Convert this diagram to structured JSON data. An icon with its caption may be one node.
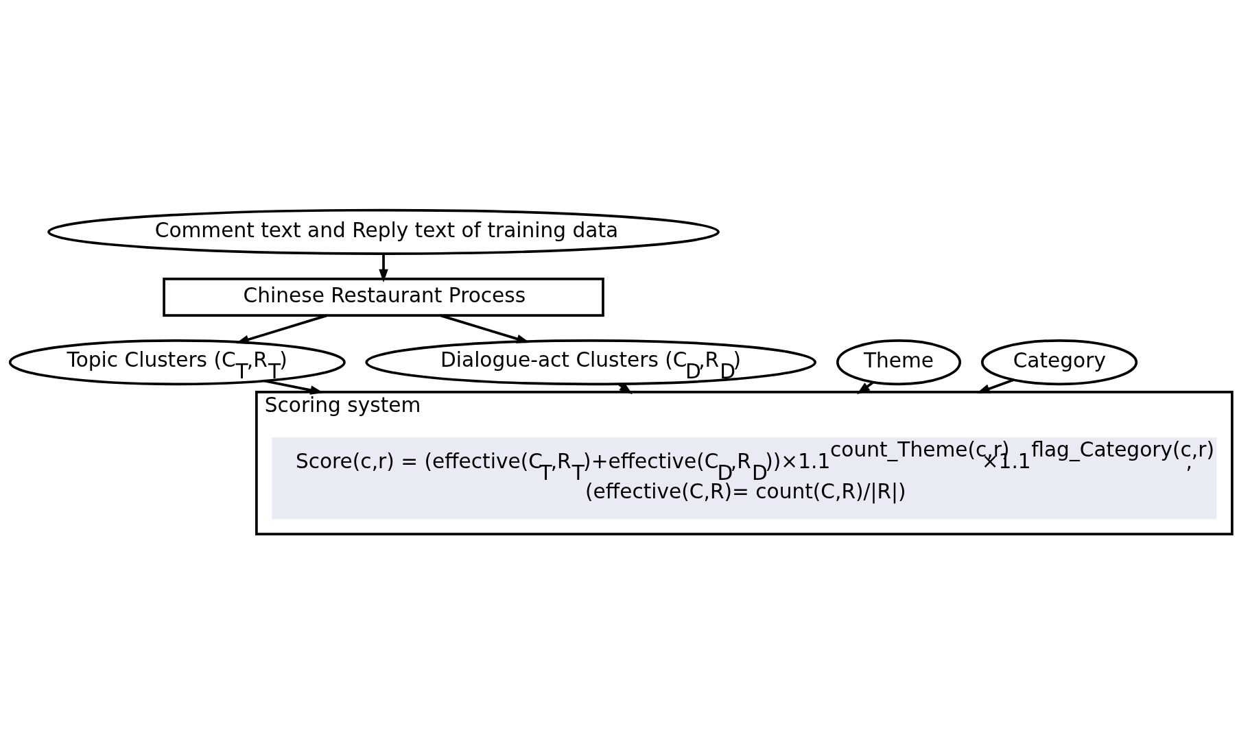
{
  "diagram": {
    "nodes": [
      {
        "text": [
          "Comment text and Reply text of training data"
        ]
      },
      {
        "text": [
          "Chinese Restaurant Process"
        ]
      },
      {
        "text": [
          "Topic Clusters (C$_{T}$,R$_{T}$)"
        ]
      },
      {
        "text": [
          "Dialogue-act Clusters (C$_{D}$,R$_{D}$)"
        ]
      },
      {
        "text": [
          "Theme"
        ]
      },
      {
        "text": [
          "Category"
        ]
      },
      {
        "text": [
          "Scoring system"
        ]
      },
      {
        "text": [
          "Score(c,r) = (effective(C$_{T}$,R$_{T}$)+effective(C$_{D}$,R$_{D}$))×1.1$^{count_Theme(c,r)}$×1.1$^{flag_Category(c,r)}$,",
          "(effective(C,R)= count(C,R)/|R|)"
        ],
        "in": 6
      }
    ],
    "edges": [
      {
        "from": 0,
        "to": 1,
        "arrow": "to"
      },
      {
        "from": 1,
        "to": 2,
        "arrow": "to"
      },
      {
        "from": 1,
        "to": 3,
        "arrow": "to"
      },
      {
        "from": 2,
        "to": 6,
        "arrow": "to"
      },
      {
        "from": 3,
        "to": 6,
        "arrow": "to"
      },
      {
        "from": 4,
        "to": 6,
        "arrow": "to"
      },
      {
        "from": 5,
        "to": 6,
        "arrow": "to"
      }
    ]
  }
}
